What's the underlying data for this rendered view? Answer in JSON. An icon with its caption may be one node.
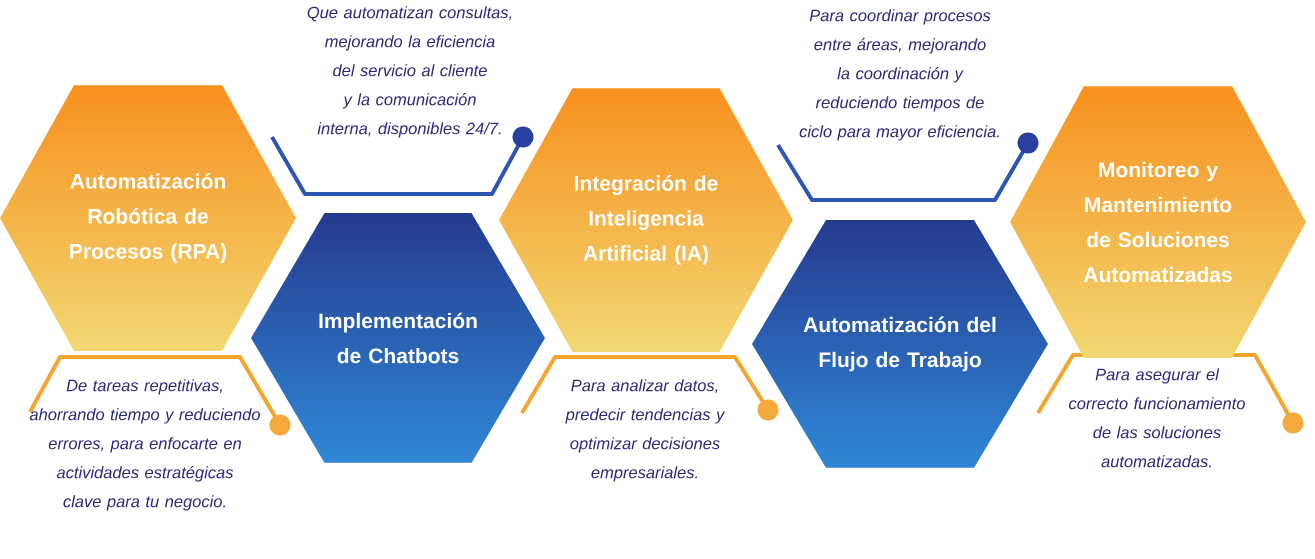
{
  "diagram": {
    "nodes": [
      {
        "text": [
          "Automatización Robótica de Procesos (RPA)"
        ]
      },
      {
        "text": [
          "Implementación de Chatbots"
        ]
      },
      {
        "text": [
          "Integración de Inteligencia Artificial (IA)"
        ]
      },
      {
        "text": [
          "Automatización del Flujo de Trabajo"
        ]
      },
      {
        "text": [
          "Monitoreo y Mantenimiento de Soluciones Automatizadas"
        ]
      }
    ],
    "labels": [
      "Que automatizan consultas, mejorando la eficiencia del servicio al cliente y la comunicación interna, disponibles 24/7.",
      "Para coordinar procesos entre áreas, mejorando la coordinación y reduciendo tiempos de ciclo para mayor eficiencia.",
      "De tareas repetitivas, ahorrando tiempo y reduciendo errores, para enfocarte en actividades estratégicas clave para tu negocio.",
      "Para analizar datos, predecir tendencias y optimizar decisiones empresariales.",
      "Para asegurar el correcto funcionamiento de las soluciones automatizadas."
    ]
  }
}
